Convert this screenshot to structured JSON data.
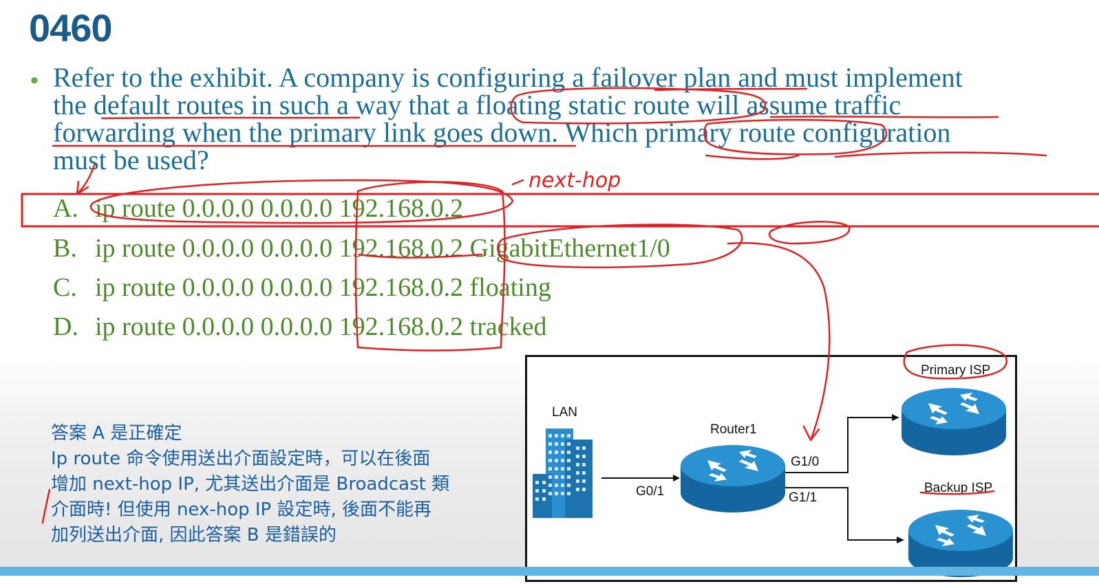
{
  "slide": {
    "number": "0460",
    "bullet": "•",
    "question_lines": [
      "Refer to the exhibit. A company is configuring a failover plan and must implement",
      "the default routes in such a way that a floating static route will assume traffic",
      "forwarding when the primary link goes down. Which primary route configuration",
      "must be used?"
    ],
    "options": [
      {
        "letter": "A.",
        "text": "ip route 0.0.0.0 0.0.0.0 192.168.0.2"
      },
      {
        "letter": "B.",
        "text": "ip route 0.0.0.0 0.0.0.0 192.168.0.2 GigabitEthernet1/0"
      },
      {
        "letter": "C.",
        "text": "ip route 0.0.0.0 0.0.0.0 192.168.0.2 floating"
      },
      {
        "letter": "D.",
        "text": "ip route 0.0.0.0 0.0.0.0 192.168.0.2 tracked"
      }
    ],
    "note_lines": [
      "答案 A 是正確定",
      "Ip route 命令使用送出介面設定時，可以在後面",
      "增加 next-hop IP, 尤其送出介面是 Broadcast 類",
      "介面時! 但使用 nex-hop IP 設定時, 後面不能再",
      "加列送出介面, 因此答案 B 是錯誤的"
    ],
    "annotation": "next-hop"
  },
  "diagram": {
    "lan": "LAN",
    "router": "Router1",
    "g0_1": "G0/1",
    "g1_0": "G1/0",
    "g1_1": "G1/1",
    "primary_isp": "Primary ISP",
    "backup_isp": "Backup ISP",
    "icons": [
      "building-icon",
      "router-icon",
      "router-icon",
      "router-icon"
    ]
  },
  "colors": {
    "title": "#1a5b8a",
    "question": "#1b6e94",
    "option": "#4c8a2c",
    "note": "#1b5e9e",
    "annotation": "#e02020",
    "router": "#1e88c0"
  }
}
